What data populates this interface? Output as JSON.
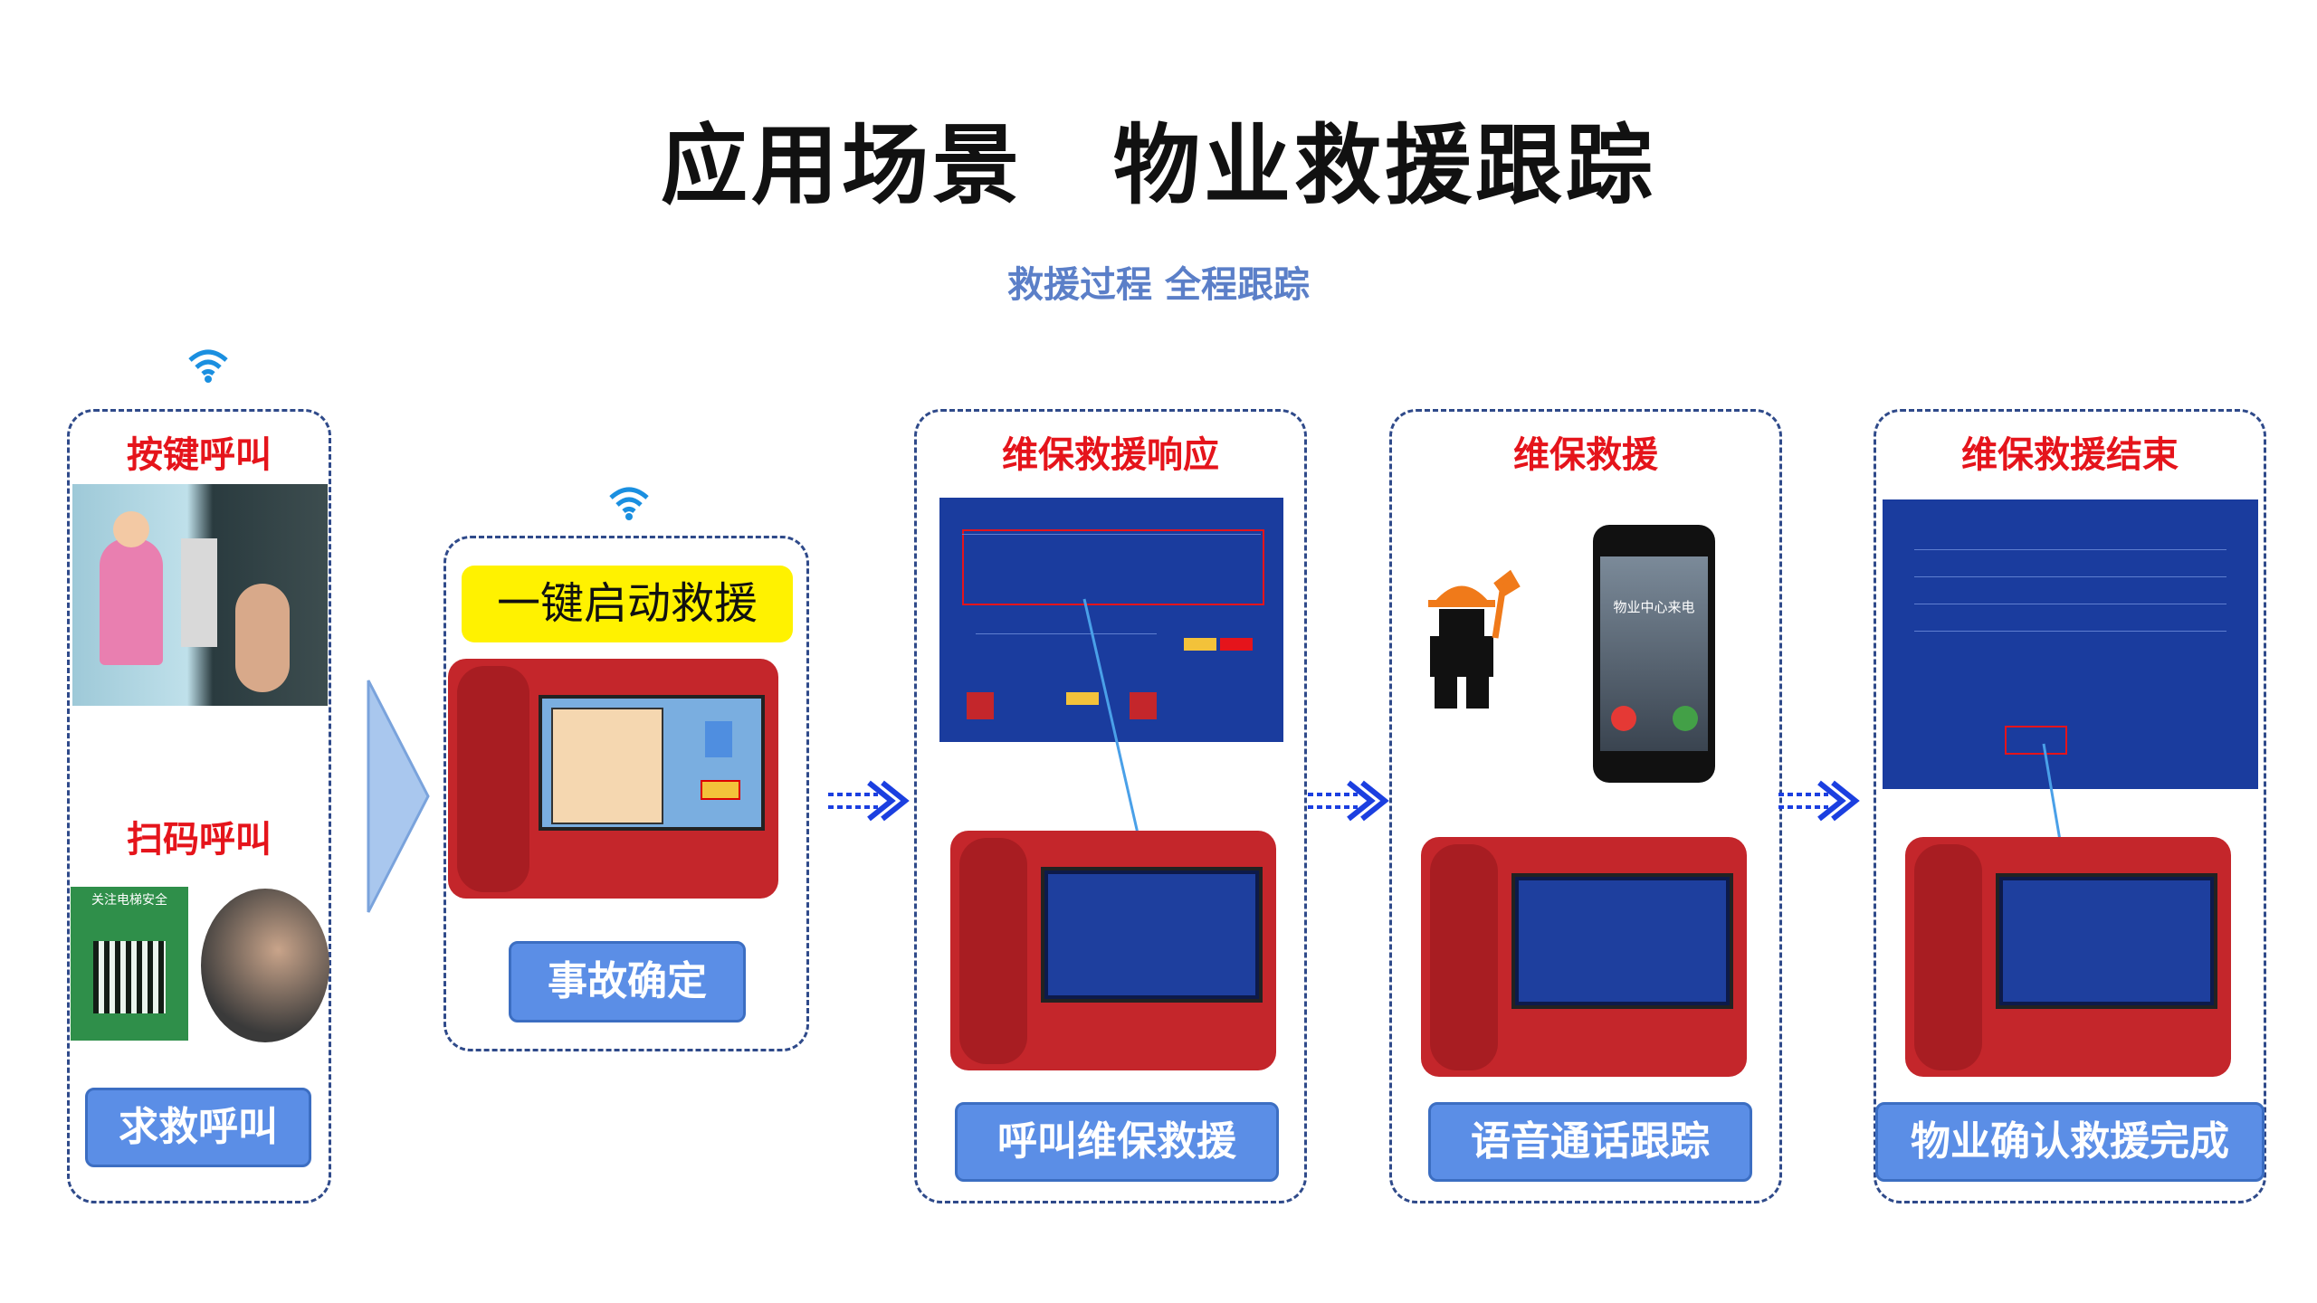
{
  "title": "应用场景　物业救援跟踪",
  "subtitle": "救援过程  全程跟踪",
  "steps": [
    {
      "top_label_1": "按键呼叫",
      "top_label_2": "扫码呼叫",
      "button": "求救呼叫"
    },
    {
      "banner": "一键启动救援",
      "button": "事故确定"
    },
    {
      "top_label": "维保救援响应",
      "button": "呼叫维保救援"
    },
    {
      "top_label": "维保救援",
      "button": "语音通话跟踪",
      "phone_text": "物业中心来电"
    },
    {
      "top_label": "维保救援结束",
      "button": "物业确认救援完成"
    }
  ],
  "qr_label": "关注电梯安全",
  "colors": {
    "title": "#111111",
    "subtitle": "#5b7fc8",
    "red_label": "#e5141b",
    "button_bg": "#5b8ee6",
    "panel_border": "#2f4a8a"
  }
}
